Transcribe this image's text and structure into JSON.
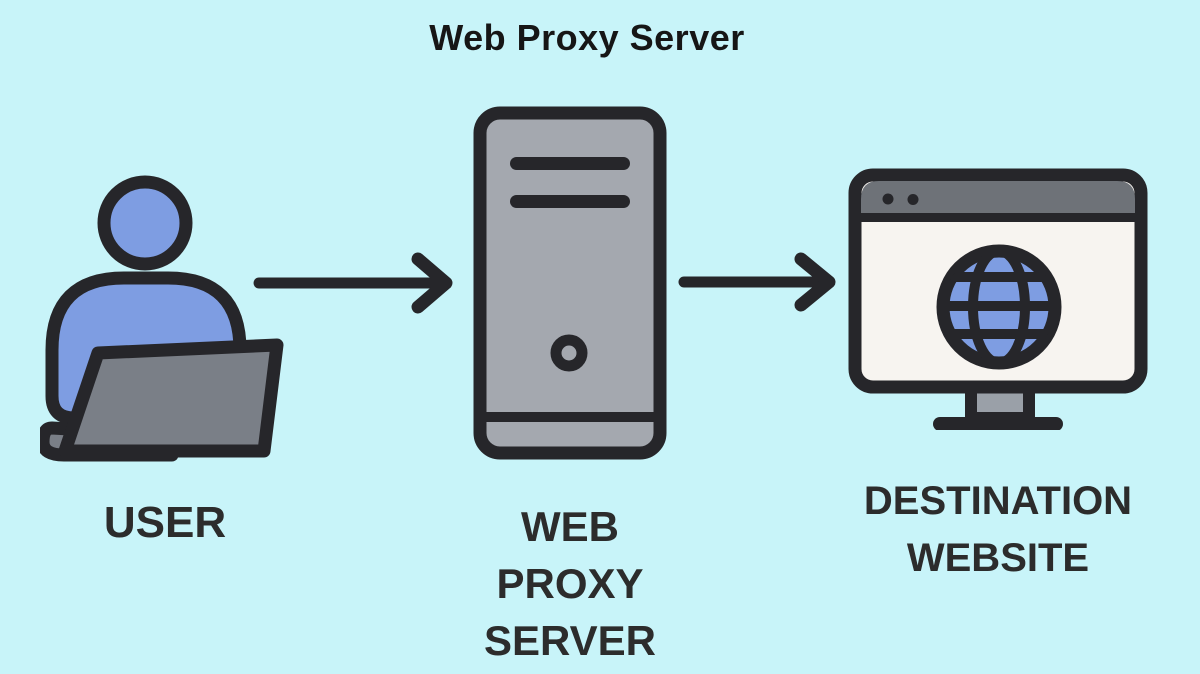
{
  "title": "Web Proxy Server",
  "nodes": {
    "user": {
      "label": "USER",
      "icon": "user-laptop-icon"
    },
    "proxy": {
      "label": "WEB\nPROXY\nSERVER",
      "icon": "server-tower-icon"
    },
    "destination": {
      "label": "DESTINATION\nWEBSITE",
      "icon": "browser-globe-icon"
    }
  },
  "connections": [
    {
      "from": "user",
      "to": "proxy",
      "icon": "arrow-right-icon"
    },
    {
      "from": "proxy",
      "to": "destination",
      "icon": "arrow-right-icon"
    }
  ],
  "colors": {
    "background": "#c8f4f9",
    "outline": "#26262a",
    "accent_blue": "#7e9de2",
    "server_gray": "#a4a8af",
    "laptop_gray": "#7a7f87",
    "browser_bar_gray": "#6e7278",
    "screen_white": "#f7f4f0",
    "stand_gray": "#9aa0a8",
    "label_text": "#2c2c2c",
    "title_text": "#161616"
  }
}
